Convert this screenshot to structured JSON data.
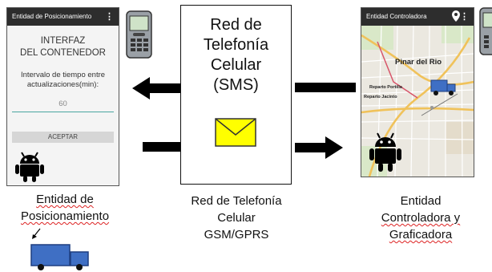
{
  "left_phone": {
    "title": "Entidad de Posicionamiento",
    "heading_line1": "INTERFAZ",
    "heading_line2": "DEL CONTENEDOR",
    "interval_line1": "Intervalo de tiempo entre",
    "interval_line2": "actualizaciones(min):",
    "interval_value": "60",
    "accept_button": "ACEPTAR"
  },
  "right_phone": {
    "title": "Entidad Controladora",
    "map_labels": {
      "city": "Pinar del Rio",
      "reparto_portilla": "Reparto Portilla",
      "reparto_jacinto": "Reparto Jacinto"
    }
  },
  "network_box": {
    "line1": "Red de",
    "line2": "Telefonía",
    "line3": "Celular",
    "line4": "(SMS)"
  },
  "captions": {
    "left_line1": "Entidad de",
    "left_line2": "Posicionamiento",
    "center_line1": "Red de Telefonía",
    "center_line2": "Celular",
    "center_line3": "GSM/GPRS",
    "right_line1": "Entidad",
    "right_line2": "Controladora y",
    "right_line3": "Graficadora"
  },
  "colors": {
    "arrow": "#000000",
    "envelope": "#ffff00",
    "android": "#000000",
    "truck": "#3f6fc4",
    "map_road_major": "#f0c25a"
  },
  "icons": [
    "phone-icon",
    "android-icon",
    "envelope-icon",
    "truck-icon",
    "location-pin-icon"
  ]
}
